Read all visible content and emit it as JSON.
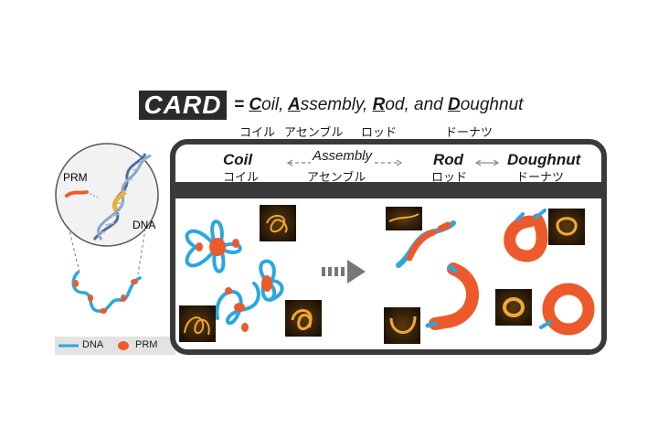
{
  "header": {
    "badge": "CARD",
    "equals": "=",
    "words": [
      {
        "cap": "C",
        "rest": "oil,"
      },
      {
        "cap": "A",
        "rest": "ssembly,"
      },
      {
        "cap": "R",
        "rest": "od, and"
      },
      {
        "cap": "D",
        "rest": "oughnut"
      }
    ],
    "jp": [
      "コイル",
      "アセンブル",
      "ロッド",
      "ドーナツ"
    ]
  },
  "inset": {
    "prm_label": "PRM",
    "dna_label": "DNA"
  },
  "legend": {
    "dna": "DNA",
    "prm": "PRM"
  },
  "panel": {
    "coil": {
      "title": "Coil",
      "sub": "コイル"
    },
    "assembly": {
      "title": "Assembly",
      "sub": "アセンブル"
    },
    "rod": {
      "title": "Rod",
      "sub": "ロッド"
    },
    "doughnut": {
      "title": "Doughnut",
      "sub": "ドーナツ"
    }
  },
  "colors": {
    "dna": "#2aa7e0",
    "prm": "#ec5a2c",
    "dark": "#3a3a3a",
    "micro_bg": "#2a1a08",
    "micro_fg": "#f0a830"
  }
}
